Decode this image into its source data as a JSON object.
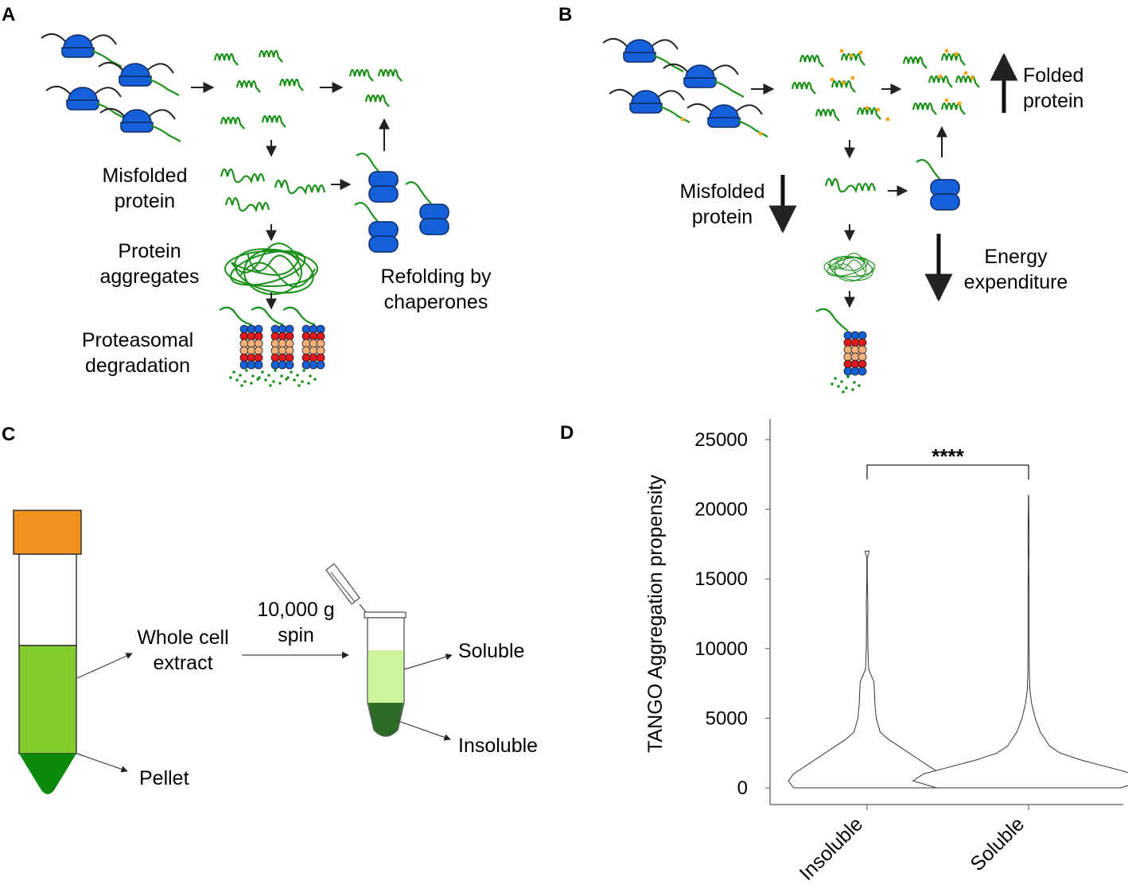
{
  "panels": {
    "a": {
      "letter": "A",
      "misfolded": [
        "Misfolded",
        "protein"
      ],
      "aggregates": [
        "Protein",
        "aggregates"
      ],
      "degradation": [
        "Proteasomal",
        "degradation"
      ],
      "refolding": [
        "Refolding by",
        "chaperones"
      ]
    },
    "b": {
      "letter": "B",
      "folded": [
        "Folded",
        "protein"
      ],
      "misfolded": [
        "Misfolded",
        "protein"
      ],
      "energy": [
        "Energy",
        "expenditure"
      ]
    },
    "c": {
      "letter": "C",
      "extract": [
        "Whole cell",
        "extract"
      ],
      "pellet": "Pellet",
      "spin": [
        "10,000 g",
        "spin"
      ],
      "soluble": "Soluble",
      "insoluble": "Insoluble"
    },
    "d": {
      "letter": "D"
    }
  },
  "colors": {
    "ribosome": "#1560d8",
    "chain": "#1a8f1a",
    "yellow_mark": "#f2a516",
    "proteasome_red": "#e0191e",
    "proteasome_tan": "#f4b27a",
    "tube_cap": "#f0921d",
    "extract_green": "#84cc2e",
    "pellet_green": "#0b8a0b",
    "soluble_green": "#cdf39b",
    "insoluble_green": "#2f6b28"
  },
  "chart_data": {
    "type": "violin",
    "categories": [
      "Insoluble",
      "Soluble"
    ],
    "ylabel": "TANGO Aggregation propensity",
    "ylim": [
      0,
      25000
    ],
    "yticks": [
      0,
      5000,
      10000,
      15000,
      20000,
      25000
    ],
    "significance": "****",
    "series": [
      {
        "category": "Insoluble",
        "profile": [
          [
            0,
            0.28
          ],
          [
            500,
            0.3
          ],
          [
            1000,
            0.28
          ],
          [
            1500,
            0.24
          ],
          [
            2000,
            0.2
          ],
          [
            2500,
            0.16
          ],
          [
            3000,
            0.12
          ],
          [
            3500,
            0.08
          ],
          [
            4000,
            0.05
          ],
          [
            5000,
            0.035
          ],
          [
            6000,
            0.03
          ],
          [
            7000,
            0.028
          ],
          [
            7600,
            0.026
          ],
          [
            8500,
            0.006
          ],
          [
            10000,
            0.003
          ],
          [
            12000,
            0.002
          ],
          [
            13000,
            0.003
          ],
          [
            15000,
            0.001
          ],
          [
            16500,
            0.001
          ],
          [
            17000,
            0.008
          ]
        ]
      },
      {
        "category": "Soluble",
        "profile": [
          [
            0,
            0.35
          ],
          [
            500,
            0.44
          ],
          [
            1000,
            0.4
          ],
          [
            1500,
            0.3
          ],
          [
            2000,
            0.2
          ],
          [
            2500,
            0.12
          ],
          [
            3000,
            0.08
          ],
          [
            4000,
            0.045
          ],
          [
            5000,
            0.025
          ],
          [
            6000,
            0.012
          ],
          [
            7000,
            0.005
          ],
          [
            8000,
            0.003
          ],
          [
            10000,
            0.002
          ],
          [
            12000,
            0.002
          ],
          [
            14000,
            0.002
          ],
          [
            16000,
            0.001
          ],
          [
            18000,
            0.002
          ],
          [
            20000,
            0.001
          ],
          [
            21000,
            0.0005
          ]
        ]
      }
    ]
  }
}
